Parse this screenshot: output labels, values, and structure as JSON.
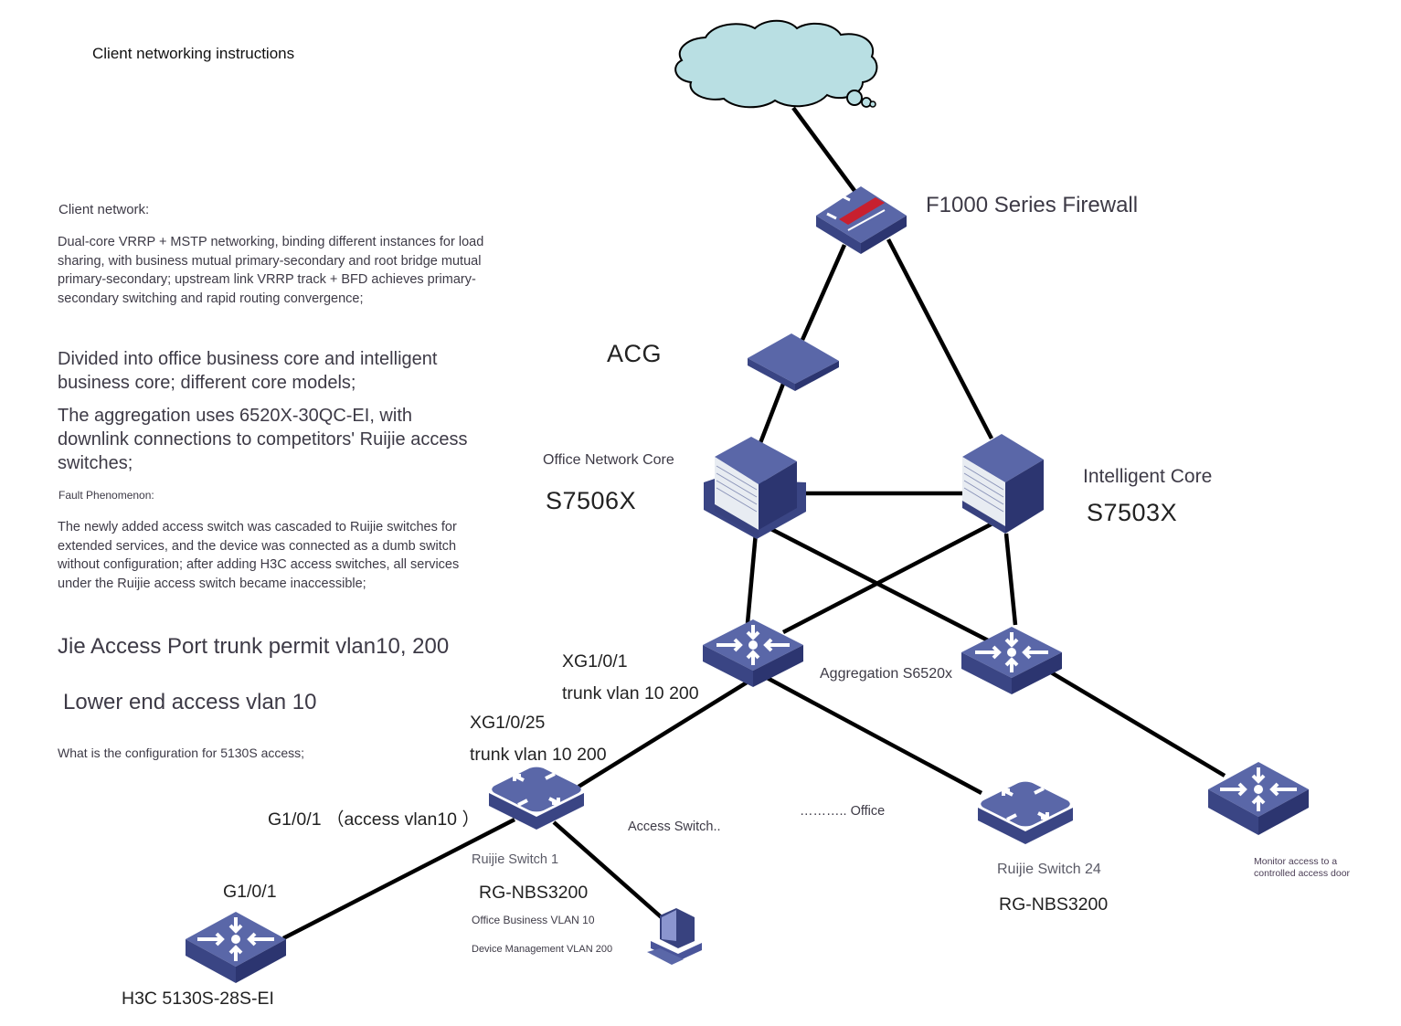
{
  "title": "Client networking instructions",
  "notes": {
    "client_network_heading": "Client network:",
    "client_network_body": "Dual-core VRRP + MSTP networking, binding different instances for load sharing, with business mutual primary-secondary and root bridge mutual primary-secondary; upstream link VRRP track + BFD achieves primary-secondary switching and rapid routing convergence;",
    "core_division": "Divided into office business core and intelligent business core; different core models;",
    "aggregation": "The aggregation uses 6520X-30QC-EI, with downlink connections to competitors' Ruijie access switches;",
    "fault_heading": "Fault Phenomenon:",
    "fault_body": "The newly added access switch was cascaded to Ruijie switches for extended services, and the device was connected as a dumb switch without configuration; after adding H3C access switches, all services under the Ruijie access switch became inaccessible;",
    "trunk_permit": "Jie Access Port trunk permit vlan10, 200",
    "lower_end": "Lower end access vlan 10",
    "question": "What is the configuration for 5130S access;"
  },
  "devices": {
    "internet": {
      "icon": "cloud-icon"
    },
    "firewall": {
      "label": "F1000 Series Firewall",
      "icon": "firewall-icon"
    },
    "acg": {
      "label": "ACG",
      "icon": "appliance-icon"
    },
    "office_core": {
      "label": "Office Network Core",
      "model": "S7506X",
      "icon": "chassis-switch-icon"
    },
    "intelligent_core": {
      "label": "Intelligent Core",
      "model": "S7503X",
      "icon": "chassis-switch-icon"
    },
    "aggregation": {
      "label": "Aggregation S6520x",
      "icon": "l3-switch-icon"
    },
    "ruijie_switch_1": {
      "label": "Ruijie Switch 1",
      "model": "RG-NBS3200",
      "vlan_business": "Office Business VLAN 10",
      "vlan_management": "Device Management VLAN 200",
      "icon": "l2-switch-icon"
    },
    "ruijie_switch_24": {
      "label": "Ruijie Switch 24",
      "model": "RG-NBS3200",
      "icon": "l2-switch-icon"
    },
    "monitor_switch": {
      "label": "Monitor access to a controlled access door",
      "icon": "l3-switch-icon"
    },
    "h3c_switch": {
      "label": "H3C 5130S-28S-EI",
      "port": "G1/0/1",
      "icon": "l3-switch-icon"
    },
    "pc": {
      "icon": "pc-icon"
    }
  },
  "ports": {
    "agg_port": "XG1/0/1",
    "agg_trunk": "trunk vlan 10 200",
    "ruijie_uplink_port": "XG1/0/25",
    "ruijie_uplink_trunk": "trunk vlan 10 200",
    "ruijie_downlink": "G1/0/1 （access vlan10 ）"
  },
  "annotations": {
    "access_switch": "Access Switch..",
    "office": "……….. Office"
  },
  "colors": {
    "device_top": "#5a67a8",
    "device_side": "#38427f",
    "device_dark": "#2c3570",
    "cloud_fill": "#b9dfe3",
    "firewall_red": "#c8202f",
    "link": "#000000"
  }
}
